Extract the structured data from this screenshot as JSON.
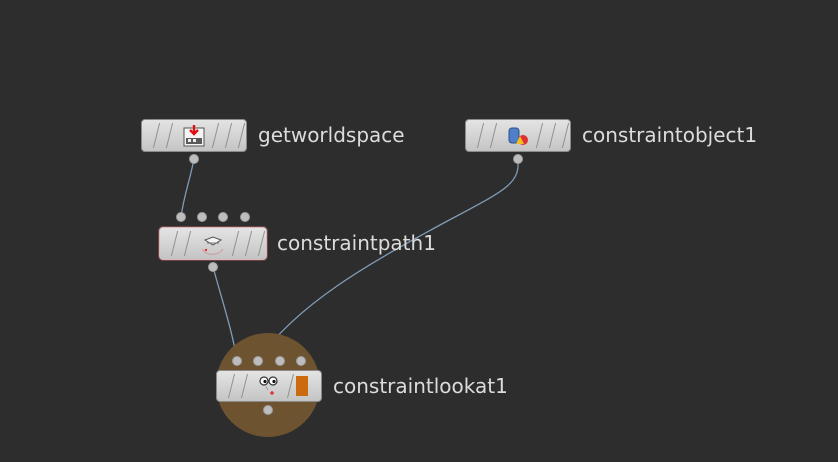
{
  "nodes": {
    "getworldspace": {
      "name": "getworldspace",
      "icon": "get-world-space-icon"
    },
    "constraintobject1": {
      "name": "constraintobject1",
      "icon": "constraint-object-icon"
    },
    "constraintpath1": {
      "name": "constraintpath1",
      "icon": "constraint-path-icon"
    },
    "constraintlookat1": {
      "name": "constraintlookat1",
      "icon": "constraint-lookat-icon"
    }
  },
  "colors": {
    "background": "#2d2d2d",
    "wire": "#7f9cb8",
    "node_body": "#d4d4d4",
    "label": "#dcdcdc",
    "selection_halo": "#6e5330",
    "display_flag": "#cc6a10"
  }
}
